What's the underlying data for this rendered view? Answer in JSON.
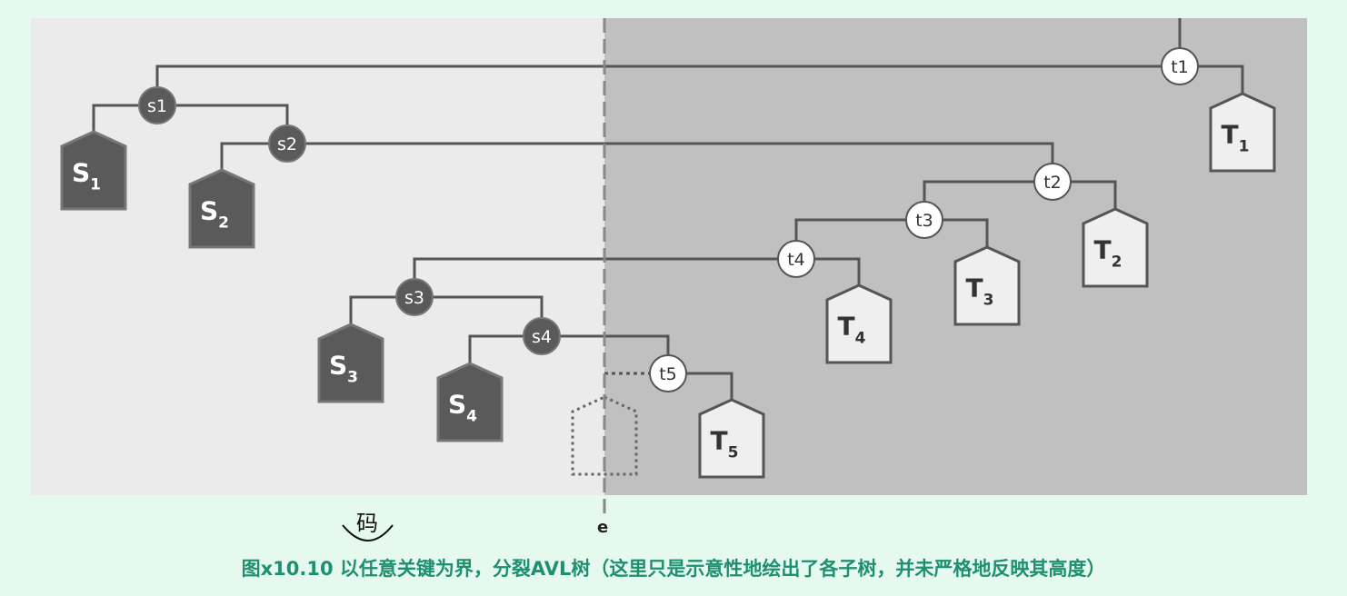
{
  "diagram": {
    "split_key_label": "e",
    "left_nodes": [
      "s1",
      "s2",
      "s3",
      "s4"
    ],
    "right_nodes": [
      "t1",
      "t2",
      "t3",
      "t4",
      "t5"
    ],
    "left_subtrees": [
      {
        "letter": "S",
        "sub": "1"
      },
      {
        "letter": "S",
        "sub": "2"
      },
      {
        "letter": "S",
        "sub": "3"
      },
      {
        "letter": "S",
        "sub": "4"
      }
    ],
    "right_subtrees": [
      {
        "letter": "T",
        "sub": "1"
      },
      {
        "letter": "T",
        "sub": "2"
      },
      {
        "letter": "T",
        "sub": "3"
      },
      {
        "letter": "T",
        "sub": "4"
      },
      {
        "letter": "T",
        "sub": "5"
      }
    ],
    "colors": {
      "left_bg": "#ebebeb",
      "right_bg": "#c0c0c0",
      "dark": "#5a5a5a",
      "light": "#efefef",
      "page": "#e6f9ef",
      "caption": "#1f8f72"
    }
  },
  "annotation": "码",
  "caption": "图x10.10 以任意关键为界，分裂AVL树（这里只是示意性地绘出了各子树，并未严格地反映其高度）"
}
